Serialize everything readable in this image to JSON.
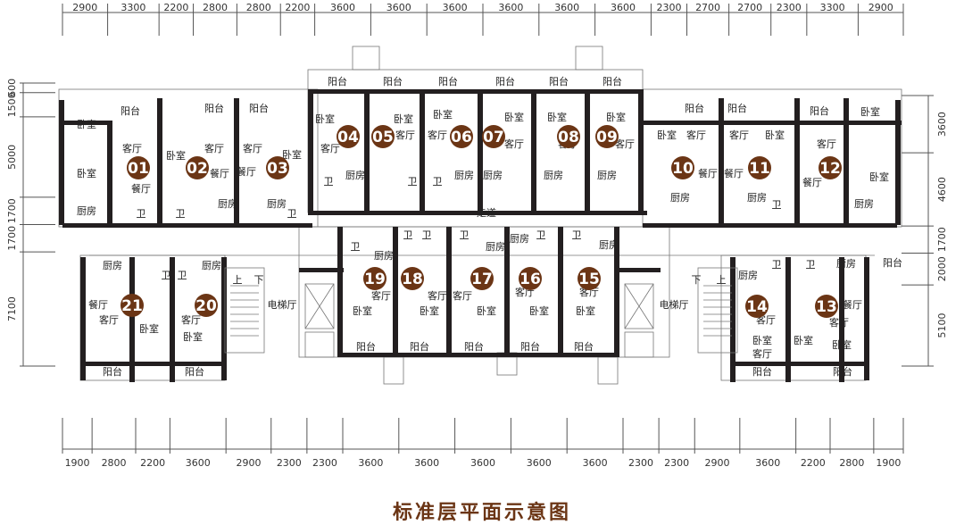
{
  "title": "标准层平面示意图",
  "colors": {
    "badge": "#6b3515",
    "wall": "#231f20",
    "caption": "#6b3515"
  },
  "dims": {
    "top": [
      "2900",
      "3300",
      "2200",
      "2800",
      "2800",
      "2200",
      "3600",
      "3600",
      "3600",
      "3600",
      "3600",
      "3600",
      "2300",
      "2700",
      "2700",
      "2300",
      "3300",
      "2900"
    ],
    "bottom": [
      "1900",
      "2800",
      "2200",
      "3600",
      "2900",
      "2300",
      "2300",
      "3600",
      "3600",
      "3600",
      "3600",
      "3600",
      "2300",
      "2300",
      "2900",
      "3600",
      "2200",
      "2800",
      "1900"
    ],
    "left": [
      "600",
      "1500",
      "5000",
      "1700",
      "1700",
      "7100"
    ],
    "right": [
      "3600",
      "4600",
      "1700",
      "2000",
      "5100"
    ]
  },
  "units": [
    "01",
    "02",
    "03",
    "04",
    "05",
    "06",
    "07",
    "08",
    "09",
    "10",
    "11",
    "12",
    "13",
    "14",
    "15",
    "16",
    "17",
    "18",
    "19",
    "20",
    "21"
  ],
  "rooms": {
    "balcony": "阳台",
    "bedroom": "卧室",
    "living": "客厅",
    "dining": "餐厅",
    "kitchen": "厨房",
    "kitchen_v": "厨房",
    "toilet": "卫",
    "up": "上",
    "down": "下",
    "elevator_hall": "电梯厅",
    "corridor": "走道"
  }
}
